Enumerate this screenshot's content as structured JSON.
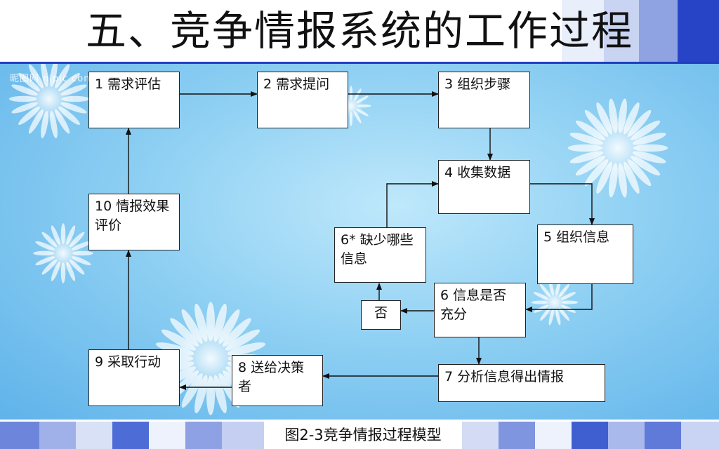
{
  "title": "五、竞争情报系统的工作过程",
  "watermark": "昵图网 nipic.com",
  "caption": "图2-3竞争情报过程模型",
  "nodes": {
    "n1": "1 需求评估",
    "n2": "2 需求提问",
    "n3": "3 组织步骤",
    "n4": "4 收集数据",
    "n5": "5 组织信息",
    "n6": "6 信息是否充分",
    "n6star": "6*  缺少哪些信息",
    "no": "否",
    "n7": "7 分析信息得出情报",
    "n8": "8  送给决策者",
    "n9": "9 采取行动",
    "n10": "10  情报效果评价"
  },
  "colors": {
    "accent_blue": "#1f3fbf",
    "sky_light": "#bfe8fb",
    "sky_dark": "#5fb3ea"
  }
}
